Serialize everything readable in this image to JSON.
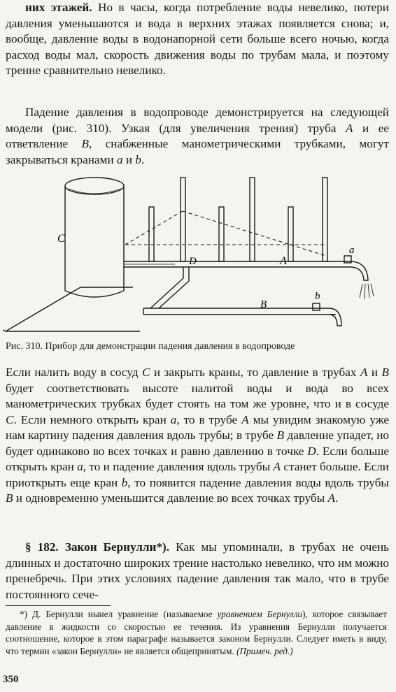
{
  "para1": {
    "bold": "них этажей.",
    "text": " Но в часы, когда потребление воды невелико, потери давления уменьшаются и вода в верхних этажах появляется снова; и, вообще, давление воды в водонапорной сети больше всего ночью, когда расход воды мал, скорость движения воды по трубам мала, и поэтому тренне сравнительно невелико."
  },
  "para2": {
    "t1": "Падение давления в водопроводе демонстрируется на следующей модели (рис. 310). Узкая (для увеличения трения) труба ",
    "A": "A",
    "t2": " и ее ответвление ",
    "B": "B",
    "t3": ", снабженные манометрическими трубками, могут закрываться кранами ",
    "a": "a",
    "t4": " и ",
    "b": "b",
    "t5": "."
  },
  "figure": {
    "label_C": "C",
    "label_D": "D",
    "label_A": "A",
    "label_B": "B",
    "label_a": "a",
    "label_b": "b"
  },
  "caption": "Рис. 310. Прибор для демонстрации падения давления в водопроводе",
  "para3": {
    "t1": "Если налить воду в сосуд ",
    "C1": "C",
    "t2": " и закрыть краны, то давление в трубах ",
    "A1": "A",
    "t3": " и ",
    "B1": "B",
    "t4": " будет соответствовать высоте налитой воды и вода во всех манометрических трубках будет стоять на том же уровне, что и в сосуде ",
    "C2": "C",
    "t5": ". Если немного открыть кран ",
    "a1": "a",
    "t6": ", то в трубе ",
    "A2": "A",
    "t7": " мы увидим знакомую уже нам картину падения давления вдоль трубы; в трубе ",
    "B2": "B",
    "t8": " давление упадет, но будет одинаково во всех точках и равно давлению в точке ",
    "D1": "D",
    "t9": ". Если больше открыть кран ",
    "a2": "a",
    "t10": ", то и падение давления вдоль трубы ",
    "A3": "A",
    "t11": " станет больше. Если приоткрыть еще кран ",
    "b1": "b",
    "t12": ", то появится падение давления воды вдоль трубы ",
    "B3": "B",
    "t13": " и одновременно уменьшится давление во всех точках трубы ",
    "A4": "A",
    "t14": "."
  },
  "para4": {
    "heading": "§ 182. Закон Бернулли*).",
    "text": " Как мы упоминали, в трубах не очень длинных и достаточно широких трение настолько невелико, что им можно пренебречь. При этих условиях падение давления так мало, что в трубе постоянного сече-"
  },
  "footnote": {
    "t1": "*) Д. Бернулли ныиел уравнение (называемое ",
    "em1": "уравнением Бернулли",
    "t2": "), которое связывает давление в жидкости со скоростью ее течения. Из уравнения Бернулли получается соотношение, которое в этом параграфе называется законом Бернулли. Следует иметь в виду, что термин «закон Бернулли» не является общеприиятым. ",
    "em2": "(Примеч. ред.)"
  },
  "page_number": "350"
}
